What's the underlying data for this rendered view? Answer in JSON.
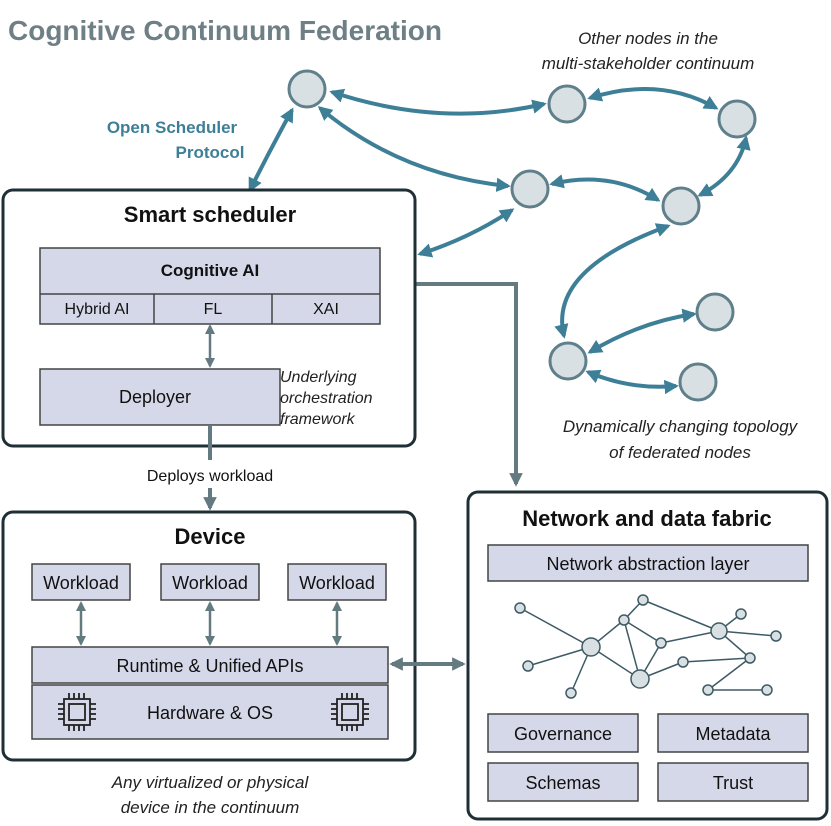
{
  "title": "Cognitive Continuum Federation",
  "protocol_label": [
    "Open Scheduler",
    "Protocol"
  ],
  "other_nodes_note": [
    "Other nodes in the",
    "multi-stakeholder continuum"
  ],
  "topology_note": [
    "Dynamically changing topology",
    "of federated nodes"
  ],
  "smart_scheduler": {
    "title": "Smart scheduler",
    "cognitive_ai": "Cognitive AI",
    "sub_modules": [
      "Hybrid AI",
      "FL",
      "XAI"
    ],
    "deployer": "Deployer",
    "orchestration_note": [
      "Underlying",
      "orchestration",
      "framework"
    ]
  },
  "deploys_label": "Deploys workload",
  "device": {
    "title": "Device",
    "workloads": [
      "Workload",
      "Workload",
      "Workload"
    ],
    "runtime": "Runtime & Unified APIs",
    "hardware": "Hardware & OS",
    "note": [
      "Any virtualized or physical",
      "device in the continuum"
    ]
  },
  "network_fabric": {
    "title": "Network and data fabric",
    "abstraction_layer": "Network abstraction layer",
    "boxes": [
      "Governance",
      "Metadata",
      "Schemas",
      "Trust"
    ]
  },
  "colors": {
    "title_gray": "#6f7f86",
    "teal": "#3e7f98",
    "module_fill": "#d5d8e8",
    "node_fill": "#d9e0e3",
    "frame": "#1f2f36",
    "gray_arrow": "#637a80"
  }
}
